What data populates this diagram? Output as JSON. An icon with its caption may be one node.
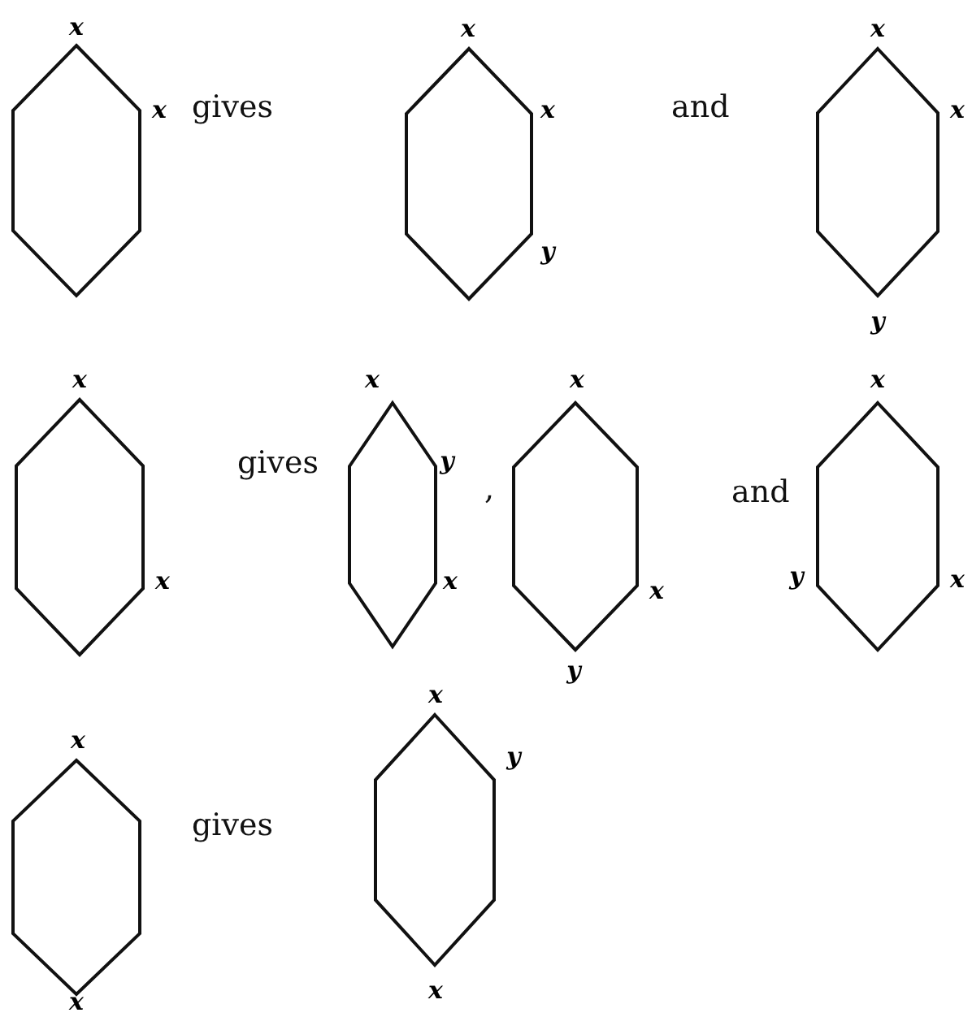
{
  "diagram": {
    "nodes": [
      {
        "text": [],
        "shape": "hexagon",
        "beside": [
          "x",
          "x"
        ]
      },
      {
        "text": [],
        "shape": "hexagon",
        "beside": [
          "x",
          "x",
          "y"
        ]
      },
      {
        "text": [],
        "shape": "hexagon",
        "beside": [
          "x",
          "x",
          "y"
        ]
      },
      {
        "text": [],
        "shape": "hexagon",
        "beside": [
          "x",
          "x"
        ]
      },
      {
        "text": [],
        "shape": "hexagon",
        "beside": [
          "x",
          "y",
          "x"
        ]
      },
      {
        "text": [],
        "shape": "hexagon",
        "beside": [
          "x",
          "x",
          "y"
        ]
      },
      {
        "text": [],
        "shape": "hexagon",
        "beside": [
          "x",
          "y",
          "x"
        ]
      },
      {
        "text": [],
        "shape": "hexagon",
        "beside": [
          "x",
          "x"
        ]
      },
      {
        "text": [],
        "shape": "hexagon",
        "beside": [
          "x",
          "y",
          "x"
        ]
      }
    ],
    "labels": [
      "gives",
      "and",
      "gives",
      ",",
      "and",
      "gives"
    ]
  }
}
